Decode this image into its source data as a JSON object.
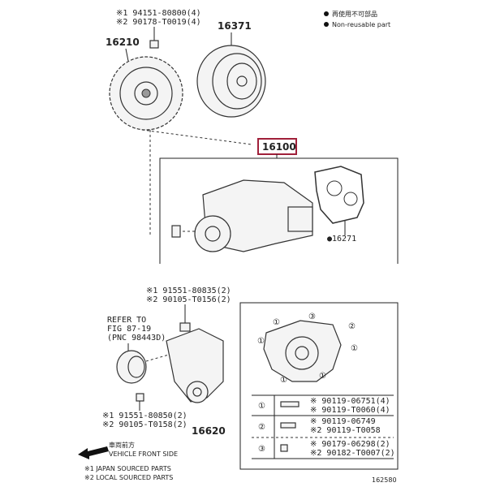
{
  "legend": {
    "line1": "再使用不可部品",
    "line2": "Non-reusable part"
  },
  "fan_clutch": {
    "number": "16210",
    "bolt1": "※1 94151-80800(4)",
    "bolt2": "※2 90178-T0019(4)"
  },
  "pulley": {
    "number": "16371"
  },
  "water_pump": {
    "number": "16100",
    "highlight_color": "#a0203a"
  },
  "gasket": {
    "number": "●16271"
  },
  "idler": {
    "bolt1": "※1 91551-80835(2)",
    "bolt2": "※2 90105-T0156(2)",
    "refer1": "REFER TO",
    "refer2": "FIG 87-19",
    "refer3": "(PNC 98443D)",
    "lower_bolt1": "※1 91551-80850(2)",
    "lower_bolt2": "※2 90105-T0158(2)",
    "number": "16620"
  },
  "front": {
    "line1": "車両前方",
    "line2": "VEHICLE FRONT SIDE"
  },
  "notes": {
    "line1": "※1 JAPAN SOURCED PARTS",
    "line2": "※2 LOCAL SOURCED PARTS"
  },
  "bolt_table": [
    {
      "key": "①",
      "p1": "※ 90119-06751(4)",
      "p2": "※ 90119-T0060(4)"
    },
    {
      "key": "②",
      "p1": "※ 90119-06749",
      "p2": "※2 90119-T0058"
    },
    {
      "key": "③",
      "p1": "※ 90179-06298(2)",
      "p2": "※2 90182-T0007(2)"
    }
  ],
  "pump_callouts": [
    "①",
    "①",
    "①",
    "①",
    "①",
    "②",
    "③"
  ],
  "figure_id": "162580"
}
